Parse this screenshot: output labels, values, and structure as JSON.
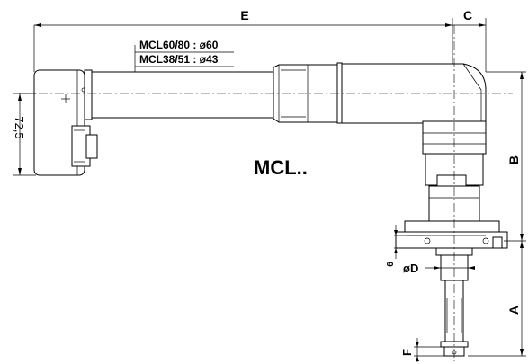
{
  "labels": {
    "dim_e": "E",
    "dim_c": "C",
    "dim_b": "B",
    "dim_a": "A",
    "dim_f": "F",
    "dim_d": "øD",
    "dim_6": "6",
    "dim_72_5": "72,5",
    "diameter_large": "MCL60/80 : ø60",
    "diameter_small": "MCL38/51 : ø43",
    "model": "MCL.."
  }
}
